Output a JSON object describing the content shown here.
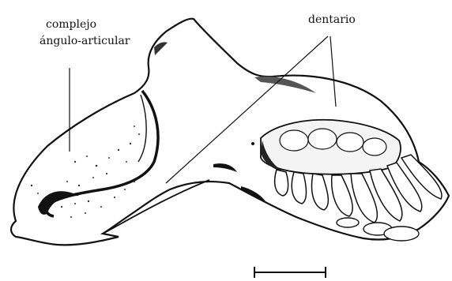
{
  "labels": {
    "angular_line1": "complejo",
    "angular_line2": "ángulo-articular",
    "dentary": "dentario"
  },
  "scale_bar": {
    "text": ""
  },
  "colors": {
    "ink": "#111111",
    "paper": "#ffffff",
    "shade": "#555555"
  }
}
